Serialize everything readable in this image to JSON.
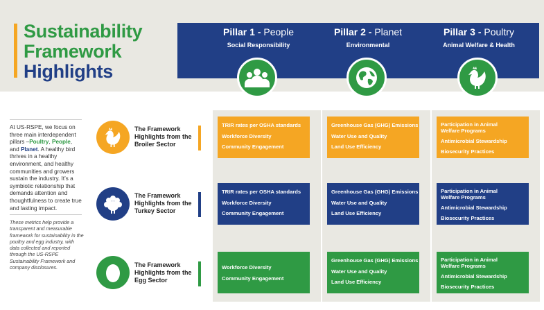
{
  "title": {
    "line1": "Sustainability",
    "line2": "Framework",
    "line3": "Highlights"
  },
  "pillars": [
    {
      "label": "Pillar 1",
      "name": "People",
      "subtitle": "Social Responsibility",
      "icon": "people-icon"
    },
    {
      "label": "Pillar 2",
      "name": "Planet",
      "subtitle": "Environmental",
      "icon": "globe-icon"
    },
    {
      "label": "Pillar 3",
      "name": "Poultry",
      "subtitle": "Animal Welfare & Health",
      "icon": "chicken-icon"
    }
  ],
  "intro": {
    "part1": "At US-RSPE, we focus on three main interdependent pillars –",
    "poultry": "Poultry",
    "sep1": ", ",
    "people": "People",
    "sep2": ", and ",
    "planet": "Planet",
    "part2": ". A healthy bird thrives in a healthy environment, and healthy communities and growers sustain the industry. It’s a symbiotic relationship that demands attention and thoughtfulness to create true and lasting impact."
  },
  "note": "These metrics help provide a transparent and measurable framework for sustainability in the poultry and egg industry, with data collected and reported through the US-RSPE Sustainability Framework and company disclosures.",
  "sectors": [
    {
      "label": "The Framework Highlights from the Broiler Sector",
      "icon": "chicken-icon",
      "color": "#f5a623",
      "pillar1": [
        "TRIR rates per OSHA standards",
        "Workforce Diversity",
        "Community Engagement"
      ],
      "pillar2": [
        "Greenhouse Gas (GHG) Emissions",
        "Water Use and Quality",
        "Land Use Efficiency"
      ],
      "pillar3": [
        "Participation in Animal Welfare Programs",
        "Antimicrobial Stewardship",
        "Biosecurity Practices"
      ]
    },
    {
      "label": "The Framework Highlights from the Turkey Sector",
      "icon": "turkey-icon",
      "color": "#213f86",
      "pillar1": [
        "TRIR rates per OSHA standards",
        "Workforce Diversity",
        "Community Engagement"
      ],
      "pillar2": [
        "Greenhouse Gas (GHG) Emissions",
        "Water Use and Quality",
        "Land Use Efficiency"
      ],
      "pillar3": [
        "Participation in Animal Welfare Programs",
        "Antimicrobial Stewardship",
        "Biosecurity Practices"
      ]
    },
    {
      "label": "The Framework Highlights from the Egg Sector",
      "icon": "egg-icon",
      "color": "#2f9a44",
      "pillar1": [
        "Workforce Diversity",
        "Community Engagement"
      ],
      "pillar2": [
        "Greenhouse Gas (GHG) Emissions",
        "Water Use and Quality",
        "Land Use Efficiency"
      ],
      "pillar3": [
        "Participation in Animal Welfare Programs",
        "Antimicrobial Stewardship",
        "Biosecurity Practices"
      ]
    }
  ],
  "colors": {
    "orange": "#f5a623",
    "navy": "#213f86",
    "green": "#2f9a44",
    "band": "#e9e8e2"
  }
}
